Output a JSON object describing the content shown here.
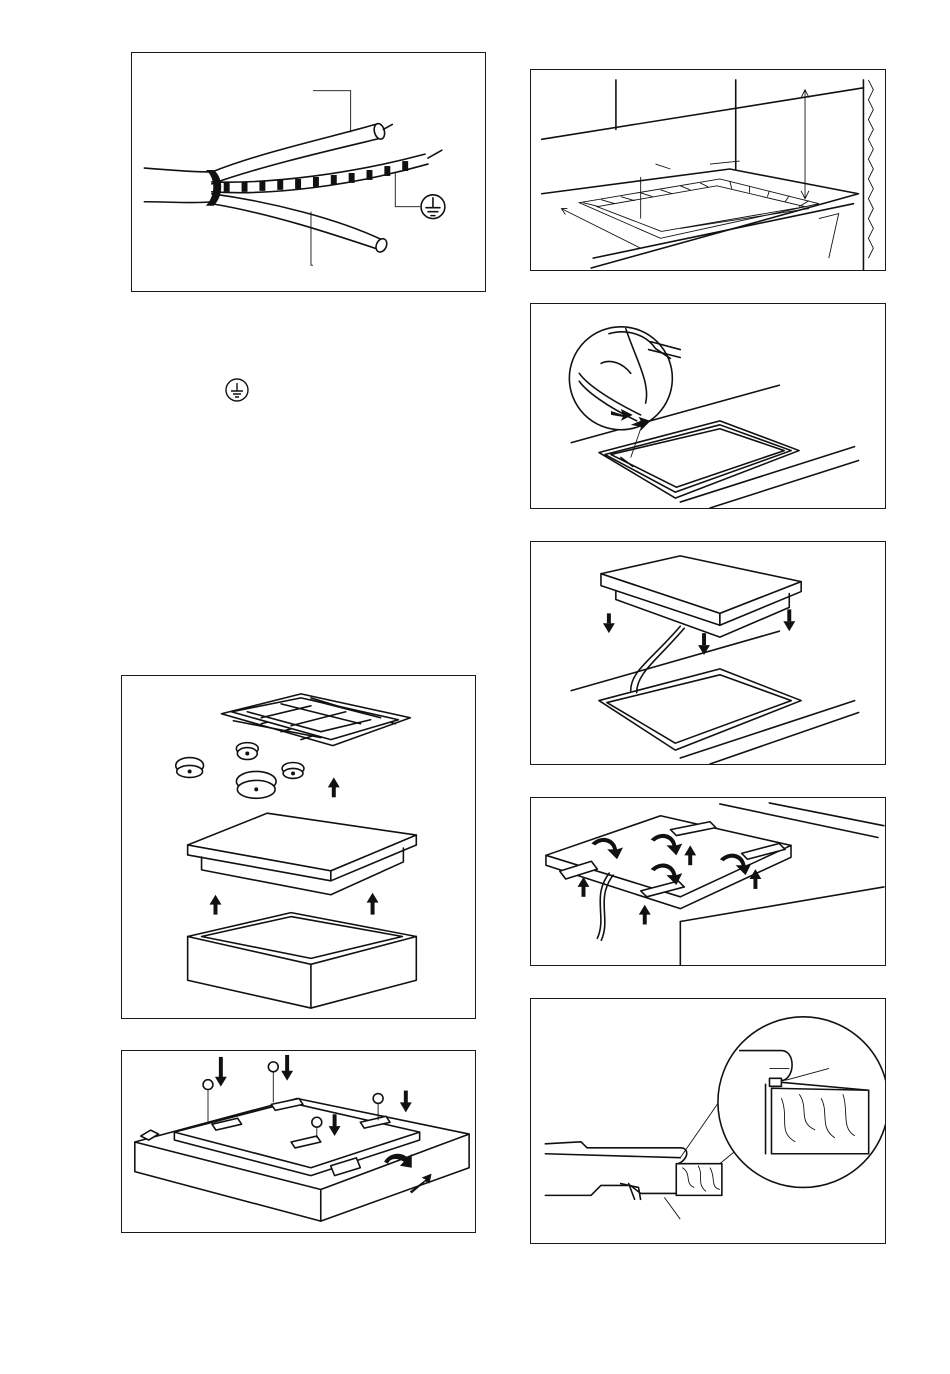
{
  "page": {
    "figures": [
      {
        "id": "cable-wires",
        "icons": [
          "earth-ground-icon"
        ]
      },
      {
        "id": "cutout-dimensions",
        "icons": []
      },
      {
        "id": "seal-application",
        "icons": [
          "hand-icon",
          "arrow-icon"
        ]
      },
      {
        "id": "hob-lowering",
        "icons": [
          "arrow-down-icon"
        ]
      },
      {
        "id": "components-exploded",
        "icons": [
          "arrow-up-icon"
        ]
      },
      {
        "id": "brackets-fixing",
        "icons": [
          "arrow-up-icon",
          "rotate-arrow-icon"
        ]
      },
      {
        "id": "screws-fixing",
        "icons": [
          "screw-icon",
          "arrow-down-icon"
        ]
      },
      {
        "id": "seal-cross-section",
        "icons": [
          "magnifier-callout"
        ]
      }
    ],
    "text_symbol": "earth-ground-icon"
  }
}
